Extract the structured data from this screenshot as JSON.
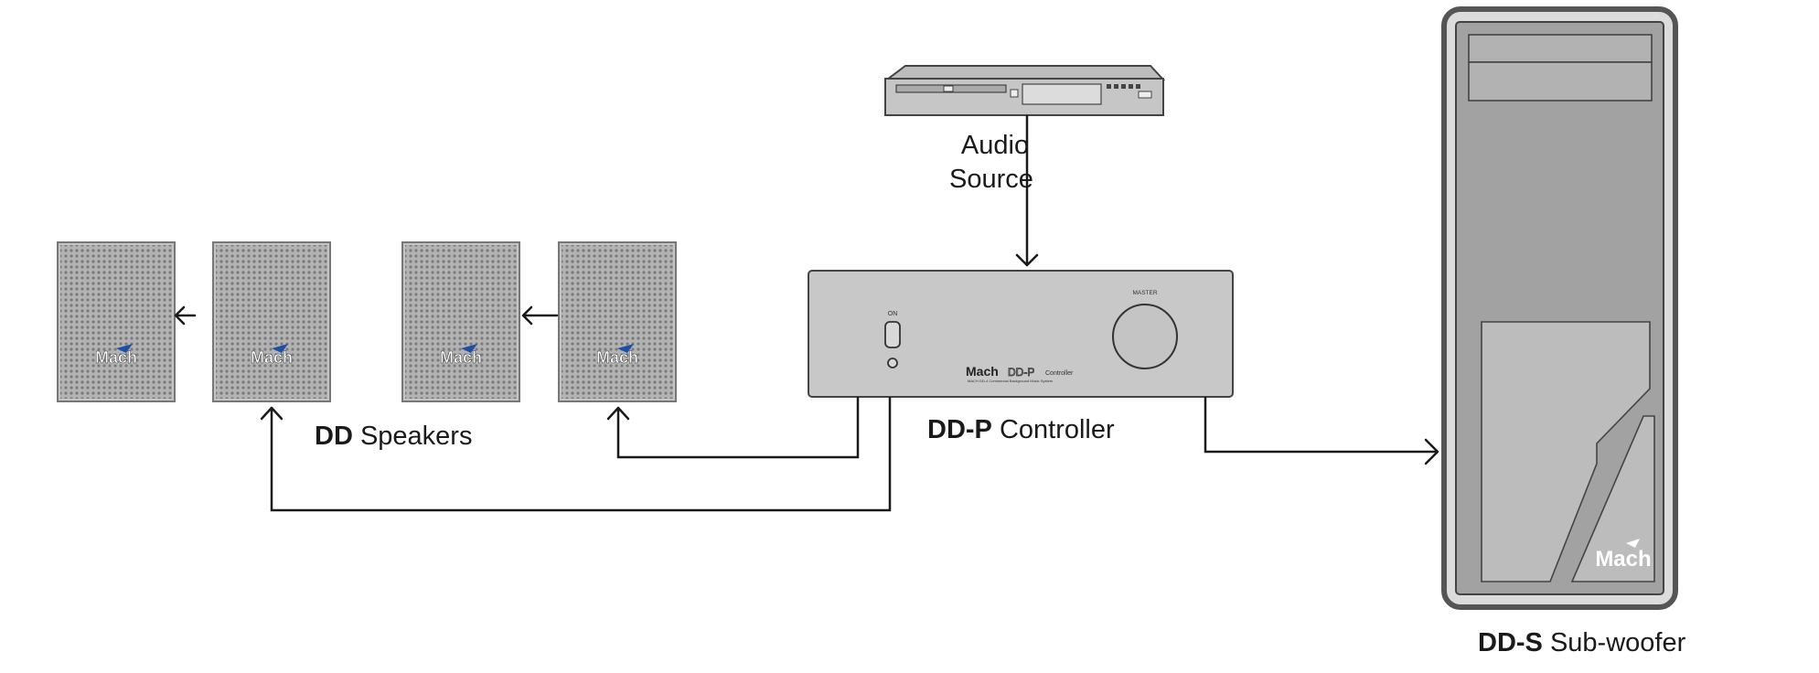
{
  "brand": {
    "logo_text": "Mach",
    "accent_color": "#1d4fa8",
    "grille_color": "#a9a9a9",
    "body_color": "#d0d0d0"
  },
  "audio_source": {
    "line1": "Audio",
    "line2": "Source"
  },
  "controller": {
    "on_label": "ON",
    "master_label": "MASTER",
    "model_text": "DD-P",
    "controller_word": "Controller",
    "tagline": "MACH DD-4 Commercial Background Music System",
    "caption_bold": "DD-P",
    "caption_rest": " Controller"
  },
  "speakers": {
    "caption_bold": "DD",
    "caption_rest": " Speakers",
    "count": 4
  },
  "subwoofer": {
    "caption_bold": "DD-S",
    "caption_rest": " Sub-woofer"
  }
}
